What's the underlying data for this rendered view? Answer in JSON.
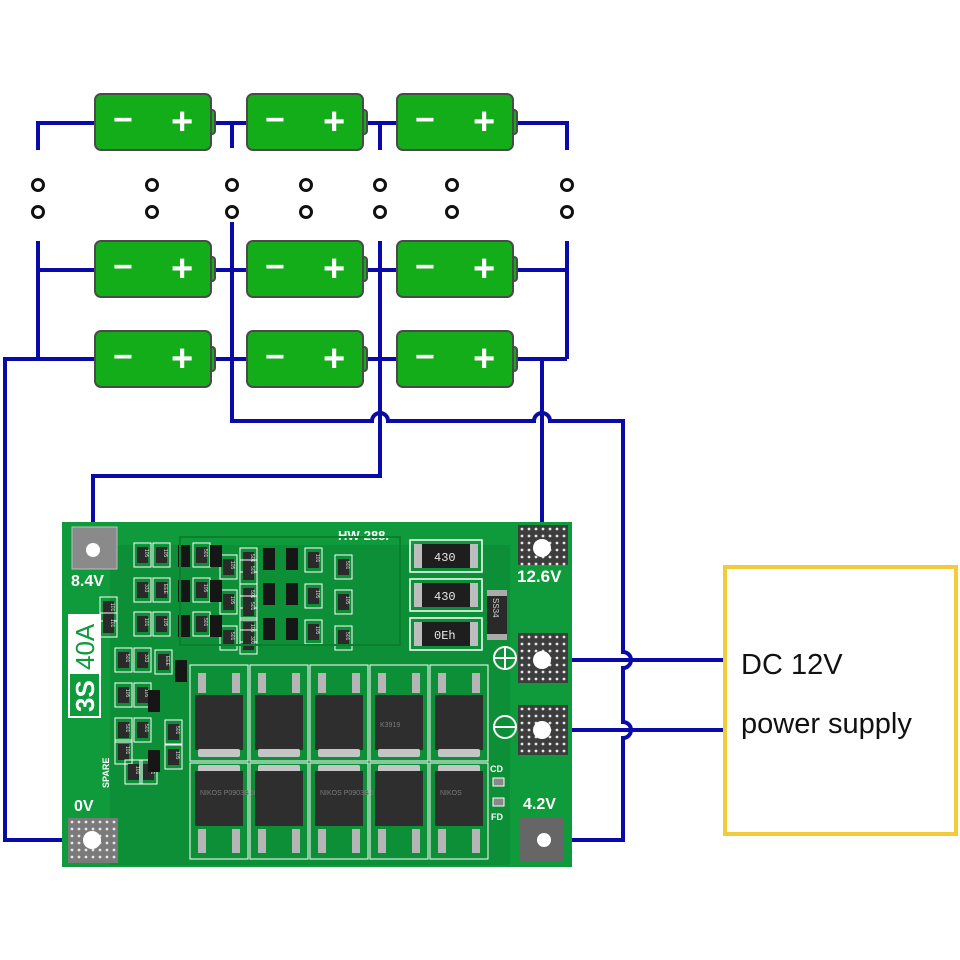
{
  "diagram": {
    "title": "3S 40A BMS wiring diagram (balanced charging)",
    "colors": {
      "wire": "#0a0aa8",
      "battery_fill": "#14ad1a",
      "battery_stroke": "#4a4a4a",
      "battery_sign": "#ffffff",
      "pcb_green": "#0f9a3c",
      "pcb_dark": "#0c7e30",
      "silkscreen": "#ffffff",
      "mosfet": "#2e2e2e",
      "pad_grey": "#6e6e6e",
      "power_supply_border": "#f2cb3a",
      "text": "#111111"
    },
    "batteries": {
      "rows": 3,
      "cols": 3,
      "negative_symbol": "−",
      "positive_symbol": "+",
      "cells": [
        {
          "row": 1,
          "col": 1
        },
        {
          "row": 1,
          "col": 2
        },
        {
          "row": 1,
          "col": 3
        },
        {
          "row": 2,
          "col": 1
        },
        {
          "row": 2,
          "col": 2
        },
        {
          "row": 2,
          "col": 3
        },
        {
          "row": 3,
          "col": 1
        },
        {
          "row": 3,
          "col": 2
        },
        {
          "row": 3,
          "col": 3
        }
      ]
    },
    "ellipsis_symbol": "o",
    "board": {
      "model": "HW-288.",
      "series_label": "3S",
      "current_label": "40A",
      "spare_label": "SPARE",
      "pads": {
        "b_plus_1": "8.4V",
        "b_plus_2": "12.6V",
        "b_minus": "0V",
        "p_minus": "4.2V"
      },
      "plus_symbol": "⊕",
      "minus_symbol": "⊖",
      "cd_label": "CD",
      "fd_label": "FD",
      "resistors": [
        "430",
        "430",
        "0Eh"
      ],
      "diode_marking": "SS34",
      "smd_codes": [
        "105",
        "105",
        "501",
        "105",
        "501",
        "501",
        "333",
        "EEE",
        "105",
        "105",
        "501",
        "501",
        "101",
        "101",
        "101",
        "105",
        "501",
        "501",
        "105",
        "300",
        "101"
      ],
      "mosfet_markings": [
        "",
        "",
        "",
        "K3919",
        "",
        "NIKOS P0903BDL",
        "",
        "NIKOS P0903BD",
        "",
        "NIKOS"
      ]
    },
    "power_supply": {
      "line1": "DC 12V",
      "line2": "power supply"
    }
  }
}
